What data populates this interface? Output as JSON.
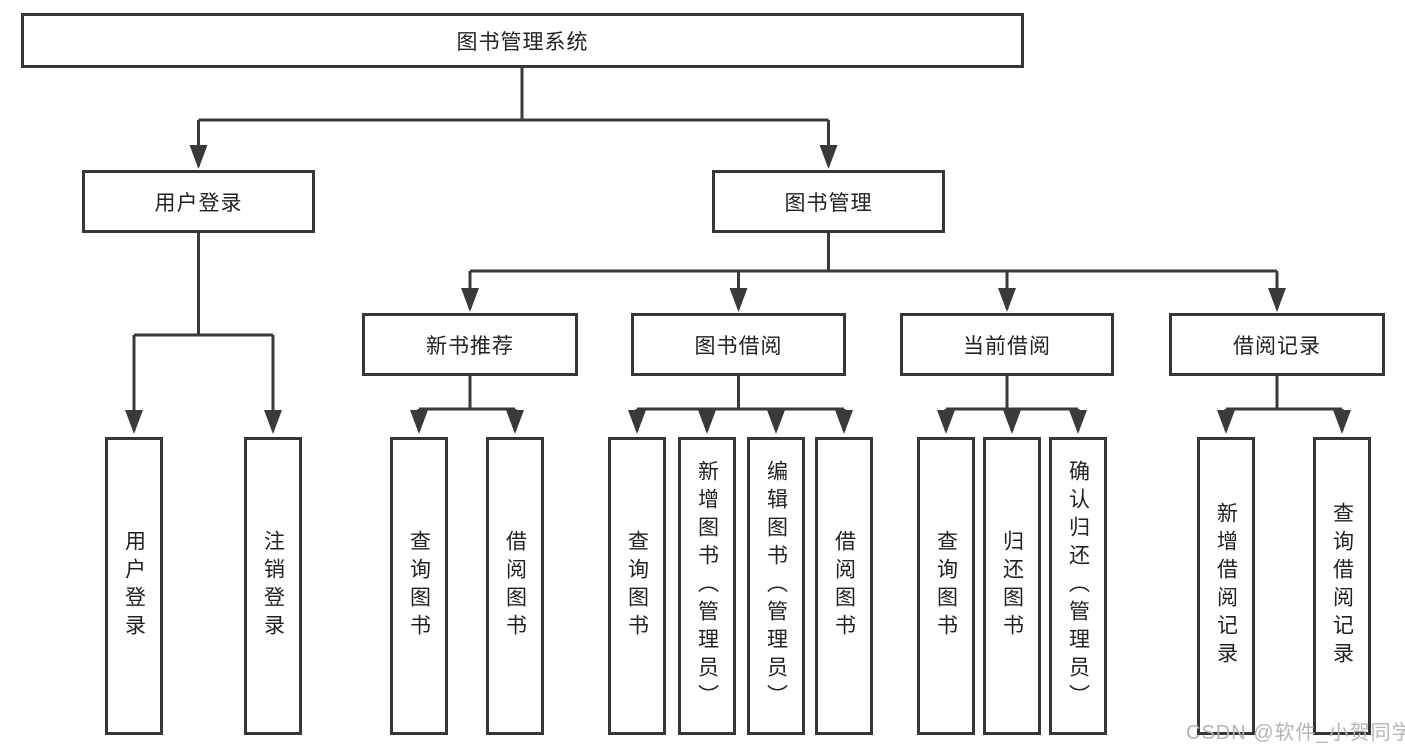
{
  "tree": {
    "root": {
      "label": "图书管理系统",
      "children": [
        {
          "label": "用户登录",
          "children": [
            {
              "label": "用户登录"
            },
            {
              "label": "注销登录"
            }
          ]
        },
        {
          "label": "图书管理",
          "children": [
            {
              "label": "新书推荐",
              "children": [
                {
                  "label": "查询图书"
                },
                {
                  "label": "借阅图书"
                }
              ]
            },
            {
              "label": "图书借阅",
              "children": [
                {
                  "label": "查询图书"
                },
                {
                  "label": "新增图书（管理员）"
                },
                {
                  "label": "编辑图书（管理员）"
                },
                {
                  "label": "借阅图书"
                }
              ]
            },
            {
              "label": "当前借阅",
              "children": [
                {
                  "label": "查询图书"
                },
                {
                  "label": "归还图书"
                },
                {
                  "label": "确认归还（管理员）"
                }
              ]
            },
            {
              "label": "借阅记录",
              "children": [
                {
                  "label": "新增借阅记录"
                },
                {
                  "label": "查询借阅记录"
                }
              ]
            }
          ]
        }
      ]
    }
  },
  "watermark": {
    "text": "CSDN @软件_小贺同学"
  },
  "colors": {
    "line": "#3a3a3a",
    "box_border": "#363636",
    "text": "#222222",
    "background": "#ffffff",
    "watermark": "#b5b5b5"
  }
}
